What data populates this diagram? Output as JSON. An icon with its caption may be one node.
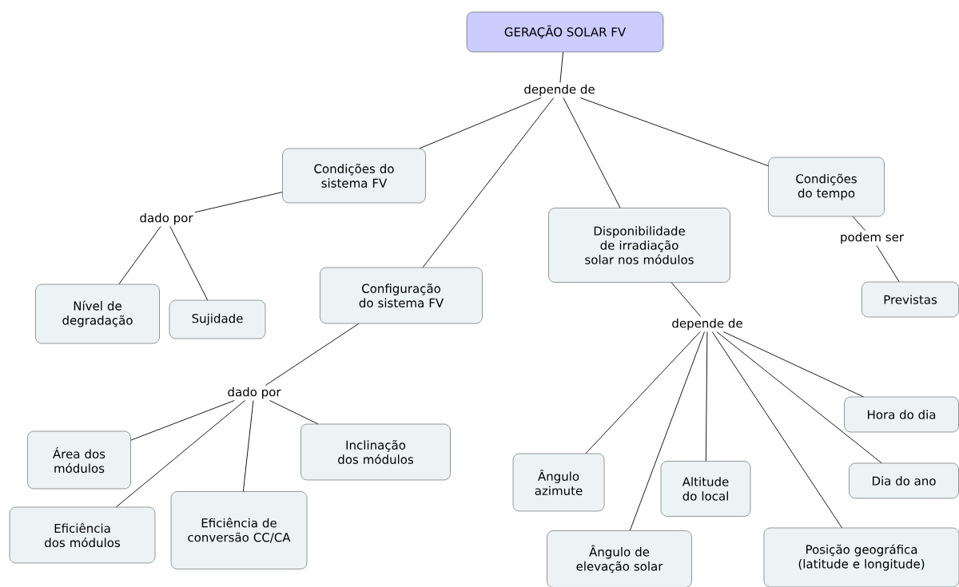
{
  "diagram": {
    "nodes": [
      {
        "text": [
          "GERAÇÃO SOLAR FV"
        ]
      },
      {
        "text": [
          "depende de"
        ]
      },
      {
        "text": [
          "Condições do sistema FV"
        ]
      },
      {
        "text": [
          "Condições do tempo"
        ]
      },
      {
        "text": [
          "dado por"
        ]
      },
      {
        "text": [
          "Disponibilidade de irradiação solar nos módulos"
        ]
      },
      {
        "text": [
          "podem ser"
        ]
      },
      {
        "text": [
          "Nível de degradação"
        ]
      },
      {
        "text": [
          "Sujidade"
        ]
      },
      {
        "text": [
          "Configuração do sistema FV"
        ]
      },
      {
        "text": [
          "Previstas"
        ]
      },
      {
        "text": [
          "depende de"
        ]
      },
      {
        "text": [
          "dado por"
        ]
      },
      {
        "text": [
          "Hora do dia"
        ]
      },
      {
        "text": [
          "Área dos módulos"
        ]
      },
      {
        "text": [
          "Inclinação dos módulos"
        ]
      },
      {
        "text": [
          "Ângulo azimute"
        ]
      },
      {
        "text": [
          "Altitude do local"
        ]
      },
      {
        "text": [
          "Dia do ano"
        ]
      },
      {
        "text": [
          "Eficiência dos módulos"
        ]
      },
      {
        "text": [
          "Eficiência de conversão CC/CA"
        ]
      },
      {
        "text": [
          "Ângulo de elevação solar"
        ]
      },
      {
        "text": [
          "Posição geográfica (latitude e longitude)"
        ]
      }
    ],
    "edges": [
      {
        "from": 0,
        "to": 1,
        "arrow": "none"
      },
      {
        "from": 1,
        "to": 2,
        "arrow": "none"
      },
      {
        "from": 1,
        "to": 9,
        "arrow": "none"
      },
      {
        "from": 1,
        "to": 5,
        "arrow": "none"
      },
      {
        "from": 1,
        "to": 3,
        "arrow": "none"
      },
      {
        "from": 2,
        "to": 4,
        "arrow": "none"
      },
      {
        "from": 4,
        "to": 7,
        "arrow": "none"
      },
      {
        "from": 4,
        "to": 8,
        "arrow": "none"
      },
      {
        "from": 9,
        "to": 12,
        "arrow": "none"
      },
      {
        "from": 12,
        "to": 14,
        "arrow": "none"
      },
      {
        "from": 12,
        "to": 19,
        "arrow": "none"
      },
      {
        "from": 12,
        "to": 20,
        "arrow": "none"
      },
      {
        "from": 12,
        "to": 15,
        "arrow": "none"
      },
      {
        "from": 5,
        "to": 11,
        "arrow": "none"
      },
      {
        "from": 11,
        "to": 16,
        "arrow": "none"
      },
      {
        "from": 11,
        "to": 21,
        "arrow": "none"
      },
      {
        "from": 11,
        "to": 17,
        "arrow": "none"
      },
      {
        "from": 11,
        "to": 22,
        "arrow": "none"
      },
      {
        "from": 11,
        "to": 18,
        "arrow": "none"
      },
      {
        "from": 11,
        "to": 13,
        "arrow": "none"
      },
      {
        "from": 3,
        "to": 6,
        "arrow": "none"
      },
      {
        "from": 6,
        "to": 10,
        "arrow": "none"
      }
    ]
  }
}
